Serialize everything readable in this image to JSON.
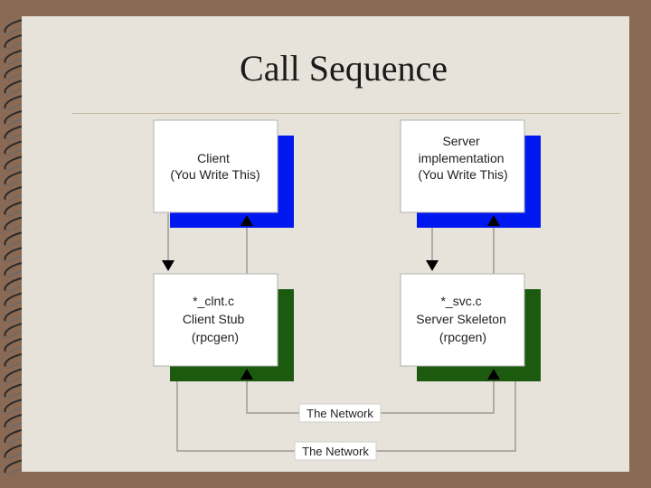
{
  "slide": {
    "title": "Call Sequence"
  },
  "diagram": {
    "boxes": [
      {
        "id": "client",
        "lines": [
          "Client",
          "(You Write This)"
        ],
        "shadow_color": "#0018f0"
      },
      {
        "id": "server",
        "lines": [
          "Server",
          "implementation",
          "(You Write This)"
        ],
        "shadow_color": "#0018f0"
      },
      {
        "id": "client_stub",
        "lines": [
          "*_clnt.c",
          "Client Stub",
          "(rpcgen)"
        ],
        "shadow_color": "#1c5a10"
      },
      {
        "id": "server_skeleton",
        "lines": [
          "*_svc.c",
          "Server Skeleton",
          "(rpcgen)"
        ],
        "shadow_color": "#1c5a10"
      }
    ],
    "network_labels": [
      "The Network",
      "The Network"
    ]
  },
  "colors": {
    "background": "#8a6a55",
    "slide": "#e8e3da",
    "box_face": "#ffffff",
    "connector": "#9a9a9a",
    "arrowhead": "#000000"
  },
  "icons": [
    "spiral-binding-icon"
  ]
}
